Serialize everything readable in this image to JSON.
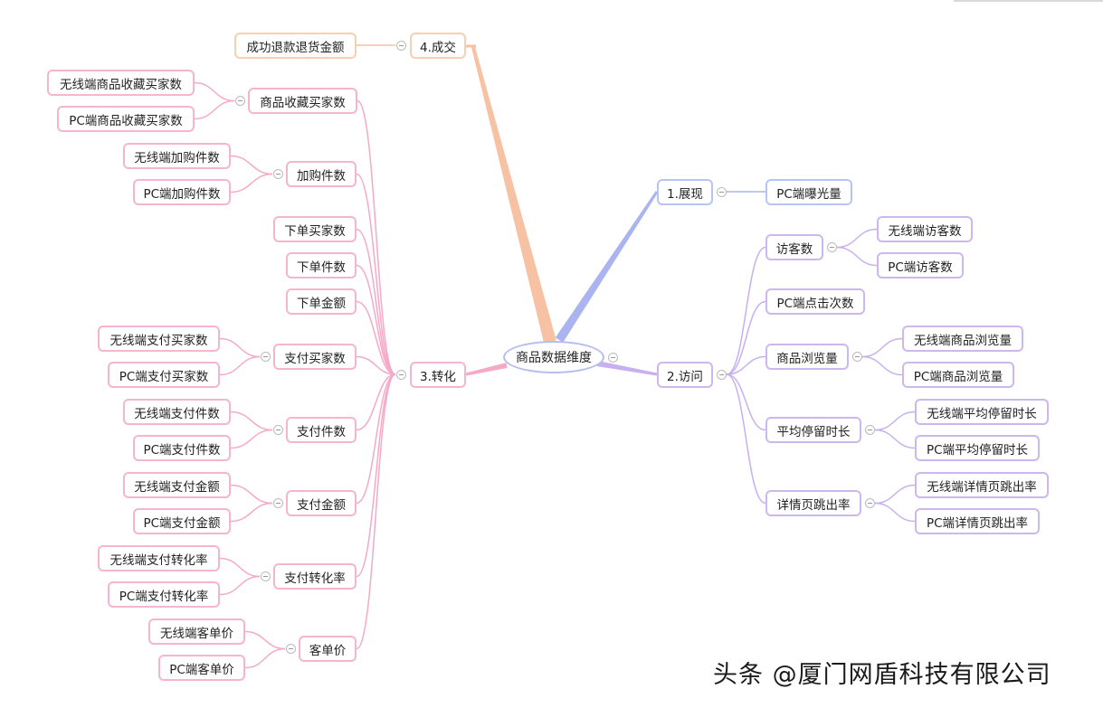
{
  "colors": {
    "branch_transaction": "#f7c2a4",
    "branch_conversion": "#f5a9c7",
    "branch_exposure": "#aab4f0",
    "branch_visit": "#c7b0f0"
  },
  "mindmap": {
    "root": "商品数据维度",
    "branch_transaction": {
      "label": "4.成交",
      "children": [
        "成功退款退货金额"
      ]
    },
    "branch_conversion": {
      "label": "3.转化",
      "groups": [
        {
          "label": "商品收藏买家数",
          "children": [
            "无线端商品收藏买家数",
            "PC端商品收藏买家数"
          ]
        },
        {
          "label": "加购件数",
          "children": [
            "无线端加购件数",
            "PC端加购件数"
          ]
        },
        {
          "label": "下单买家数",
          "children": []
        },
        {
          "label": "下单件数",
          "children": []
        },
        {
          "label": "下单金额",
          "children": []
        },
        {
          "label": "支付买家数",
          "children": [
            "无线端支付买家数",
            "PC端支付买家数"
          ]
        },
        {
          "label": "支付件数",
          "children": [
            "无线端支付件数",
            "PC端支付件数"
          ]
        },
        {
          "label": "支付金额",
          "children": [
            "无线端支付金额",
            "PC端支付金额"
          ]
        },
        {
          "label": "支付转化率",
          "children": [
            "无线端支付转化率",
            "PC端支付转化率"
          ]
        },
        {
          "label": "客单价",
          "children": [
            "无线端客单价",
            "PC端客单价"
          ]
        }
      ]
    },
    "branch_exposure": {
      "label": "1.展现",
      "children": [
        "PC端曝光量"
      ]
    },
    "branch_visit": {
      "label": "2.访问",
      "groups": [
        {
          "label": "访客数",
          "children": [
            "无线端访客数",
            "PC端访客数"
          ]
        },
        {
          "label": "PC端点击次数",
          "children": []
        },
        {
          "label": "商品浏览量",
          "children": [
            "无线端商品浏览量",
            "PC端商品浏览量"
          ]
        },
        {
          "label": "平均停留时长",
          "children": [
            "无线端平均停留时长",
            "PC端平均停留时长"
          ]
        },
        {
          "label": "详情页跳出率",
          "children": [
            "无线端详情页跳出率",
            "PC端详情页跳出率"
          ]
        }
      ]
    }
  },
  "watermark": "头条 @厦门网盾科技有限公司"
}
